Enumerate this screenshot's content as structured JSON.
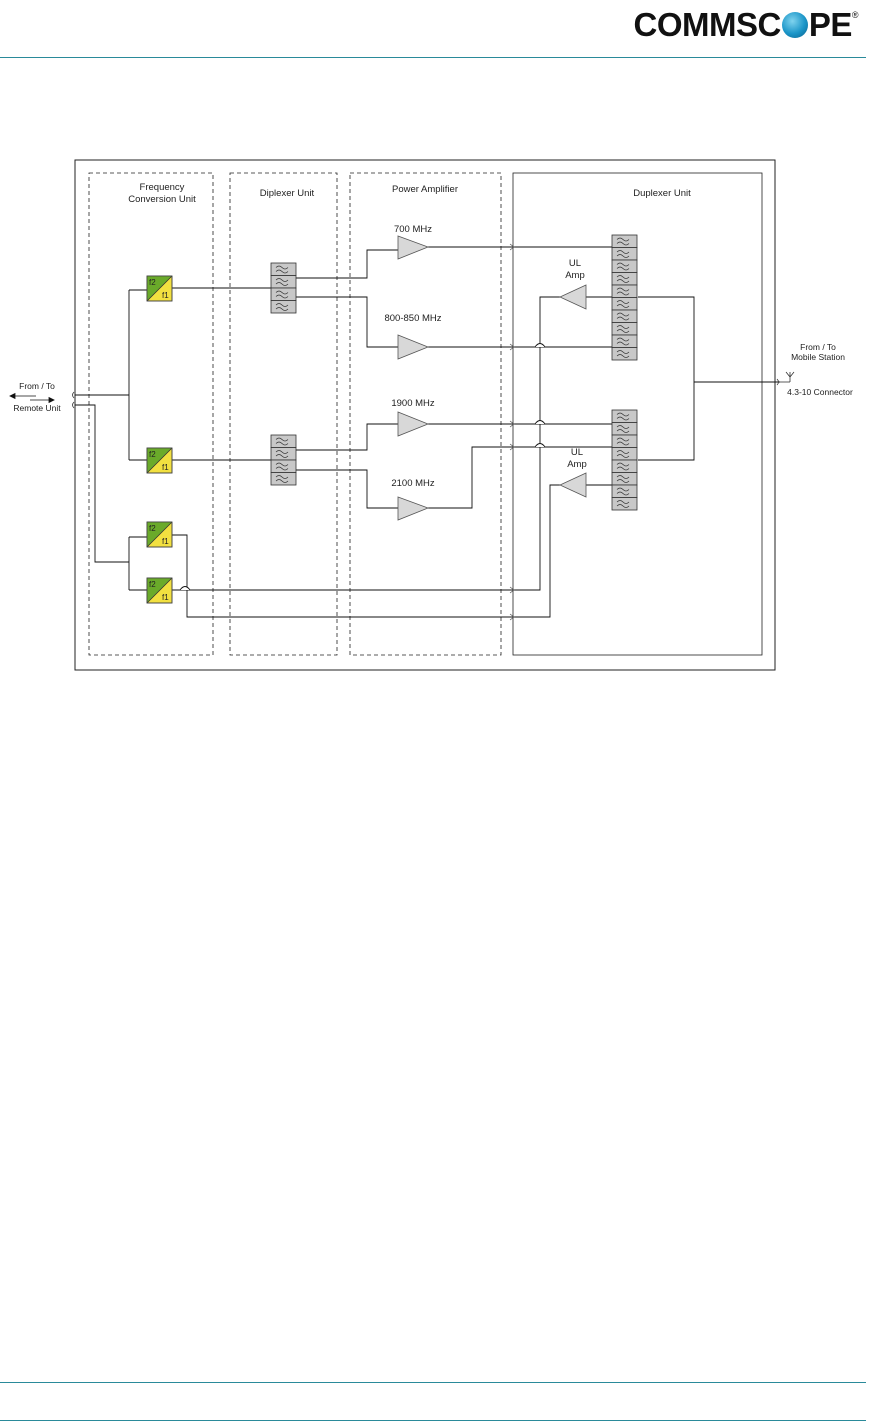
{
  "header": {
    "logo_text": "COMMSCOPE",
    "logo_reg": "®"
  },
  "diagram": {
    "units": {
      "frequency_conversion": [
        "Frequency",
        "Conversion Unit"
      ],
      "diplexer": "Diplexer Unit",
      "power_amplifier": "Power Amplifier",
      "duplexer": "Duplexer Unit"
    },
    "bands": [
      "700 MHz",
      "800-850 MHz",
      "1900 MHz",
      "2100 MHz"
    ],
    "ul_amp": [
      "UL",
      "Amp"
    ],
    "converter_labels": {
      "top": "f2",
      "bottom": "f1"
    },
    "left_port": [
      "From / To",
      "Remote Unit"
    ],
    "right_port": [
      "From / To",
      "Mobile Station"
    ],
    "connector": "4.3-10 Connector"
  },
  "colors": {
    "rule": "#2a8a9a",
    "converter_green": "#6aaa2a",
    "converter_yellow": "#f2e040",
    "amp_fill": "#d8d8d8",
    "filter_fill": "#c8c8c8"
  }
}
